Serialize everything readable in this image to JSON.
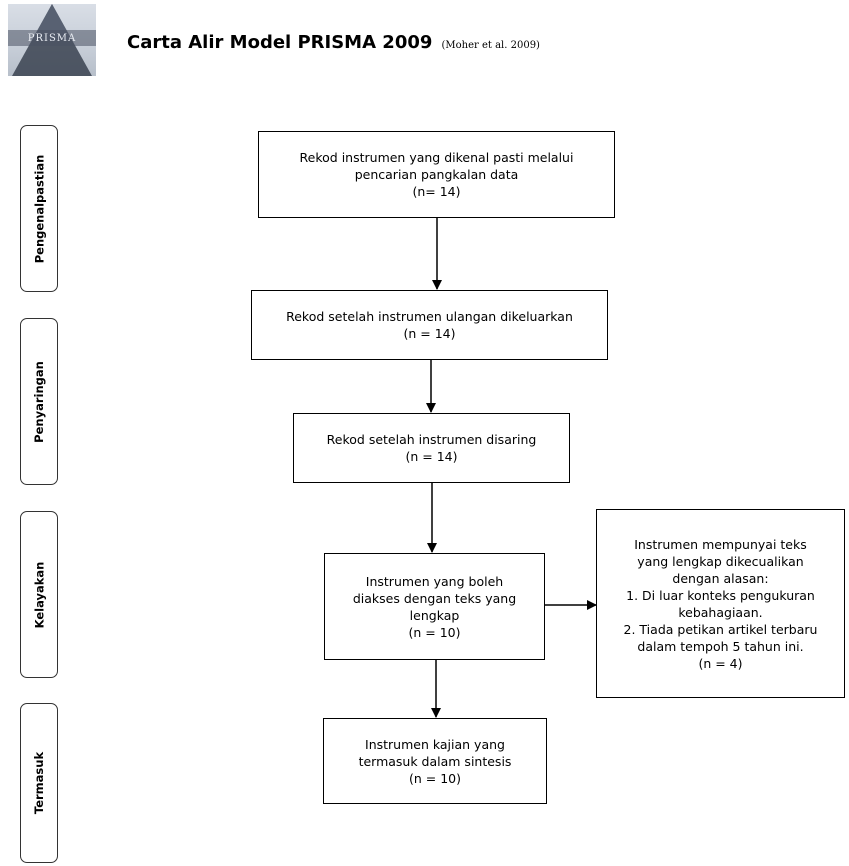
{
  "header": {
    "logo_text": "PRISMA",
    "title": "Carta Alir Model PRISMA 2009",
    "citation": "(Moher et al. 2009)"
  },
  "phases": [
    {
      "label": "Pengenalpastian"
    },
    {
      "label": "Penyaringan"
    },
    {
      "label": "Kelayakan"
    },
    {
      "label": "Termasuk"
    }
  ],
  "boxes": {
    "identification": "Rekod instrumen yang dikenal pasti melalui\npencarian pangkalan data\n(n= 14)",
    "duplicates_removed": "Rekod setelah instrumen ulangan dikeluarkan\n(n = 14)",
    "screened": "Rekod setelah instrumen disaring\n(n = 14)",
    "eligible": "Instrumen yang boleh\ndiakses dengan teks yang\nlengkap\n(n = 10)",
    "excluded": "Instrumen mempunyai teks\nyang lengkap dikecualikan\ndengan alasan:\n1. Di luar konteks pengukuran\nkebahagiaan.\n2. Tiada petikan artikel terbaru\ndalam tempoh 5 tahun ini.\n(n = 4)",
    "included": "Instrumen kajian yang\ntermasuk dalam sintesis\n(n = 10)"
  },
  "colors": {
    "line": "#000000",
    "phase_border": "#333333"
  }
}
